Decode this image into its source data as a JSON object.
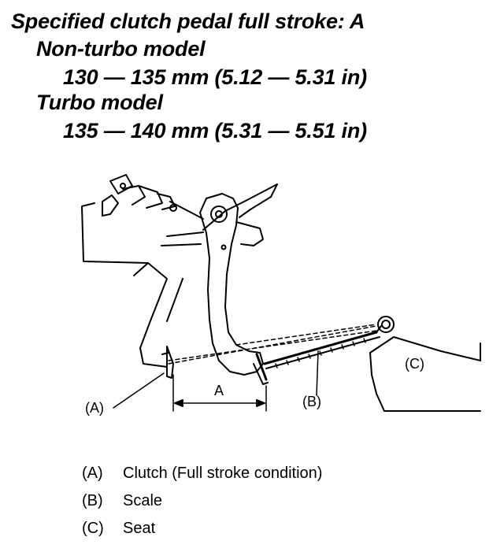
{
  "spec": {
    "title": "Specified clutch pedal full stroke: A",
    "non_turbo_label": "Non-turbo model",
    "non_turbo_value": "130 — 135 mm (5.12 — 5.31 in)",
    "turbo_label": "Turbo model",
    "turbo_value": "135 — 140 mm (5.31 — 5.51 in)"
  },
  "diagram": {
    "label_a": "(A)",
    "label_b": "(B)",
    "label_c": "(C)",
    "dimension": "A"
  },
  "legend": [
    {
      "key": "(A)",
      "text": "Clutch (Full stroke condition)"
    },
    {
      "key": "(B)",
      "text": "Scale"
    },
    {
      "key": "(C)",
      "text": "Seat"
    }
  ]
}
